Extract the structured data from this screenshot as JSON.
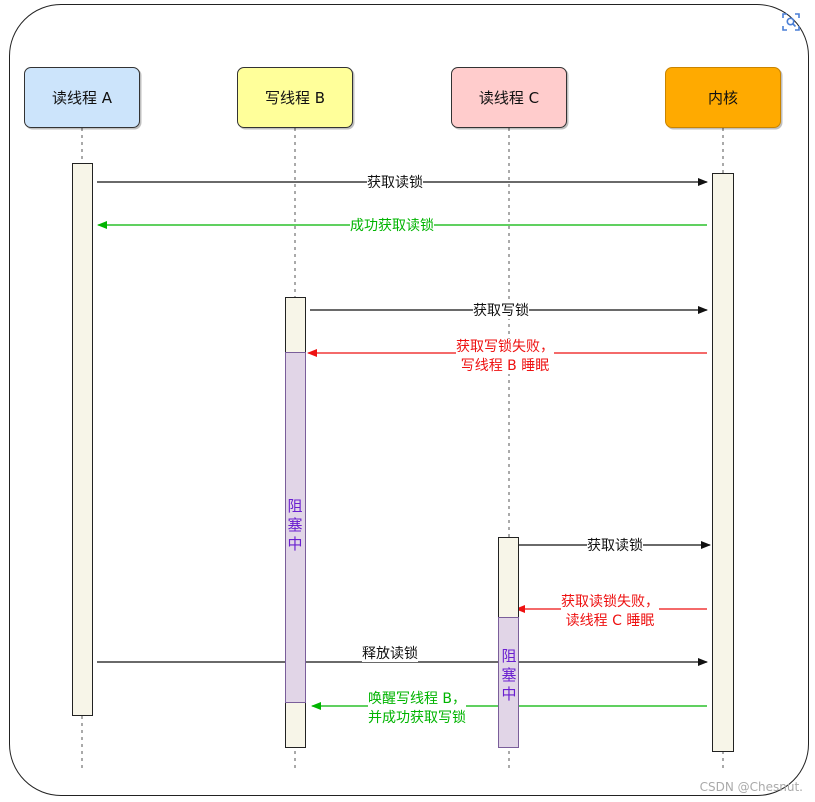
{
  "actors": {
    "a": "读线程 A",
    "b": "写线程 B",
    "c": "读线程 C",
    "kernel": "内核"
  },
  "messages": {
    "m1": "获取读锁",
    "m2": "成功获取读锁",
    "m3": "获取写锁",
    "m4_line1": "获取写锁失败，",
    "m4_line2": "写线程 B 睡眠",
    "m5": "获取读锁",
    "m6_line1": "获取读锁失败，",
    "m6_line2": "读线程 C 睡眠",
    "m7": "释放读锁",
    "m8_line1": "唤醒写线程 B，",
    "m8_line2": "并成功获取写锁"
  },
  "blocked_text": "阻塞中",
  "watermark": "CSDN @Chesnut.",
  "colors": {
    "black": "#111111",
    "green": "#00b400",
    "red": "#ee1111",
    "blocked": "#6a1fd0"
  }
}
